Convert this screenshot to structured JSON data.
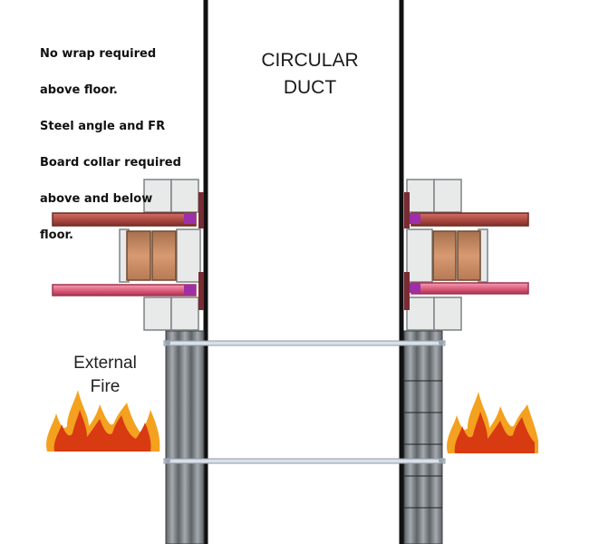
{
  "note": {
    "lines": [
      "No wrap required",
      "above floor.",
      "Steel angle and FR",
      "Board collar required",
      "above and below",
      "floor."
    ]
  },
  "duct_label": {
    "line1": "CIRCULAR",
    "line2": "DUCT"
  },
  "fire_label": {
    "line1": "External",
    "line2": "Fire"
  },
  "colors": {
    "duct_wall": "#111111",
    "steel_angle": "#b5554d",
    "steel_angle_edge": "#6b2a24",
    "lower_angle": "#e06a8a",
    "fr_board": "#e8eaea",
    "timber_block": "#c98b63",
    "insulation_wrap": "#8a8f93",
    "purple_seal": "#9d2fa8",
    "flame_outer": "#f3a11f",
    "flame_inner": "#d83a12"
  }
}
